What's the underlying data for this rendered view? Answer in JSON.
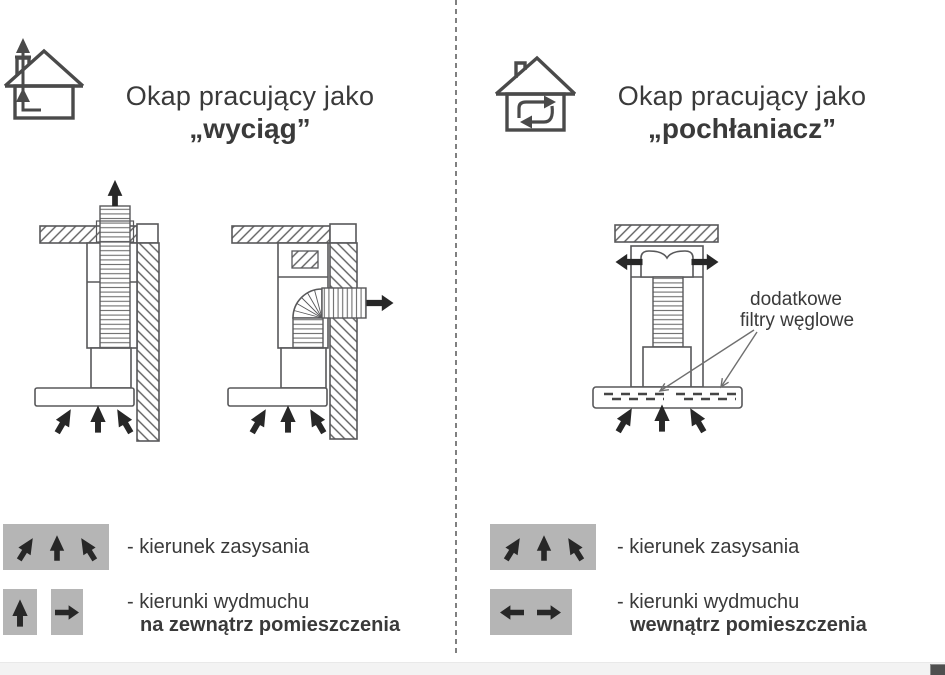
{
  "page": {
    "kind": "cooker-hood manual illustration",
    "divider": "dashed-vertical",
    "colors": {
      "background": "#ffffff",
      "text": "#3a3a3a",
      "diagram_line": "#58585a",
      "arrow_black": "#272727",
      "legend_box_gray": "#b5b5b5",
      "bottom_bar": "#f3f3f3",
      "corner_mark": "#4f4f4f"
    }
  },
  "left_panel": {
    "house_icon": "house-duct-exhaust-icon",
    "title_line1": "Okap pracujący jako",
    "title_line2": "„wyciąg”",
    "diagrams": [
      "hood-venting-up-through-ceiling",
      "hood-venting-sideways-through-wall"
    ],
    "legend": {
      "intake_label": "- kierunek zasysania",
      "exhaust_label_line1": "- kierunki wydmuchu",
      "exhaust_label_line2": "na zewnątrz pomieszczenia",
      "intake_icons": "three-up-arrows",
      "exhaust_icons": "up-arrow, right-arrow"
    }
  },
  "right_panel": {
    "house_icon": "house-recirculation-icon",
    "title_line1": "Okap pracujący jako",
    "title_line2": "„pochłaniacz”",
    "diagrams": [
      "hood-recirculating-with-carbon-filters"
    ],
    "filter_label_line1": "dodatkowe",
    "filter_label_line2": "filtry węglowe",
    "legend": {
      "intake_label": "- kierunek zasysania",
      "exhaust_label_line1": "- kierunki wydmuchu",
      "exhaust_label_line2": "wewnątrz pomieszczenia",
      "intake_icons": "three-up-arrows",
      "exhaust_icons": "left-arrow, right-arrow"
    }
  }
}
